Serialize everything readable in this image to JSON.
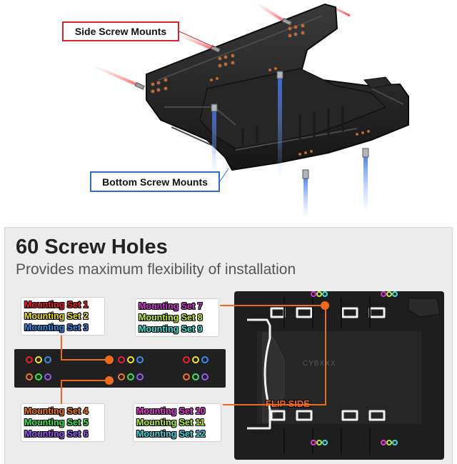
{
  "callouts": {
    "side": "Side Screw Mounts",
    "bottom": "Bottom Screw Mounts"
  },
  "panel": {
    "title": "60 Screw Holes",
    "subtitle": "Provides maximum flexibility of installation",
    "flip_side": "FLIP SIDE",
    "bracket_brand": "CYBXXX"
  },
  "mounting_groups": [
    {
      "sets": [
        {
          "label": "Mounting Set 1",
          "color": "#e8232a"
        },
        {
          "label": "Mounting Set 2",
          "color": "#f2e23a"
        },
        {
          "label": "Mounting Set 3",
          "color": "#3a8de8"
        }
      ]
    },
    {
      "sets": [
        {
          "label": "Mounting Set 7",
          "color": "#d13ad1"
        },
        {
          "label": "Mounting Set 8",
          "color": "#c8ef3a"
        },
        {
          "label": "Mounting Set 9",
          "color": "#43e0d8"
        }
      ]
    },
    {
      "sets": [
        {
          "label": "Mounting Set 4",
          "color": "#f07a23"
        },
        {
          "label": "Mounting Set 5",
          "color": "#3ae85a"
        },
        {
          "label": "Mounting Set 6",
          "color": "#9a5af0"
        }
      ]
    },
    {
      "sets": [
        {
          "label": "Mounting Set 10",
          "color": "#e83ad8"
        },
        {
          "label": "Mounting Set 11",
          "color": "#b6f03a"
        },
        {
          "label": "Mounting Set 12",
          "color": "#43d8e0"
        }
      ]
    }
  ],
  "colors": {
    "side_accent": "#d8242a",
    "bottom_accent": "#2f6fc0",
    "leader": "#ef6a1f"
  }
}
